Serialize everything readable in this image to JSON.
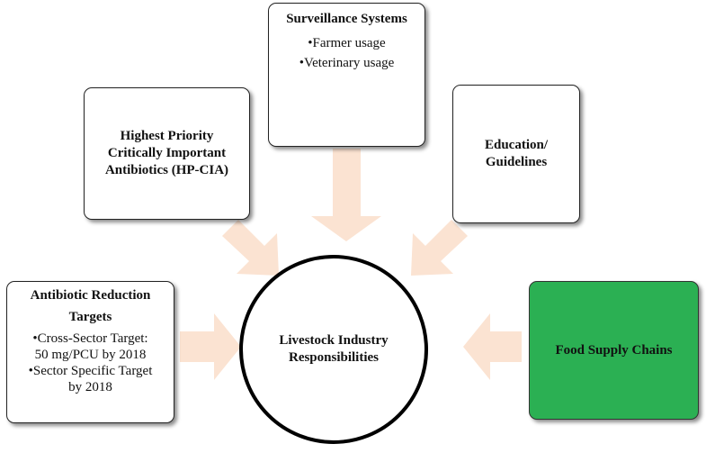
{
  "diagram": {
    "center": {
      "line1": "Livestock Industry",
      "line2": "Responsibilities"
    },
    "surveillance": {
      "title": "Surveillance Systems",
      "items": [
        "•Farmer usage",
        "•Veterinary usage"
      ]
    },
    "hpcia": {
      "lines": [
        "Highest Priority",
        "Critically Important",
        "Antibiotics (HP-CIA)"
      ]
    },
    "education": {
      "lines": [
        "Education/",
        "Guidelines"
      ]
    },
    "reduction": {
      "title_lines": [
        "Antibiotic Reduction",
        "Targets"
      ],
      "items": [
        [
          "•Cross-Sector Target:",
          "50 mg/PCU by 2018"
        ],
        [
          "•Sector Specific Target",
          "by 2018"
        ]
      ]
    },
    "food": {
      "title": "Food Supply Chains",
      "fill": "#2bb053"
    },
    "colors": {
      "arrow": "#fbe3d2",
      "border": "#222222"
    }
  }
}
